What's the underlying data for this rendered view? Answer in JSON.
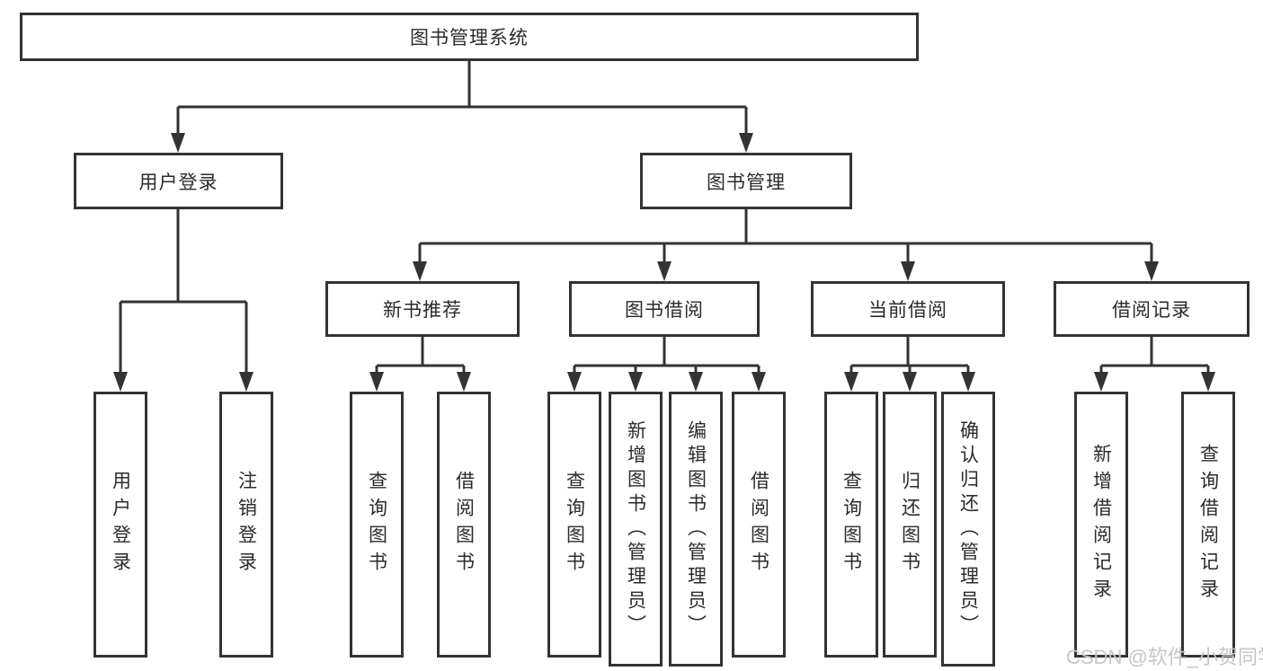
{
  "tree": {
    "root": {
      "label": "图书管理系统",
      "children": [
        {
          "label": "用户登录",
          "children": [
            {
              "label": "用户登录"
            },
            {
              "label": "注销登录"
            }
          ]
        },
        {
          "label": "图书管理",
          "children": [
            {
              "label": "新书推荐",
              "children": [
                {
                  "label": "查询图书"
                },
                {
                  "label": "借阅图书"
                }
              ]
            },
            {
              "label": "图书借阅",
              "children": [
                {
                  "label": "查询图书"
                },
                {
                  "label": "新增图书（管理员）"
                },
                {
                  "label": "编辑图书（管理员）"
                },
                {
                  "label": "借阅图书"
                }
              ]
            },
            {
              "label": "当前借阅",
              "children": [
                {
                  "label": "查询图书"
                },
                {
                  "label": "归还图书"
                },
                {
                  "label": "确认归还（管理员）"
                }
              ]
            },
            {
              "label": "借阅记录",
              "children": [
                {
                  "label": "新增借阅记录"
                },
                {
                  "label": "查询借阅记录"
                }
              ]
            }
          ]
        }
      ]
    }
  },
  "watermark": {
    "text": "CSDN @软件_小贺同学"
  },
  "colors": {
    "line": "#333333",
    "text": "#2b2b2b",
    "watermark": "#c6c6c6",
    "background": "#ffffff"
  }
}
